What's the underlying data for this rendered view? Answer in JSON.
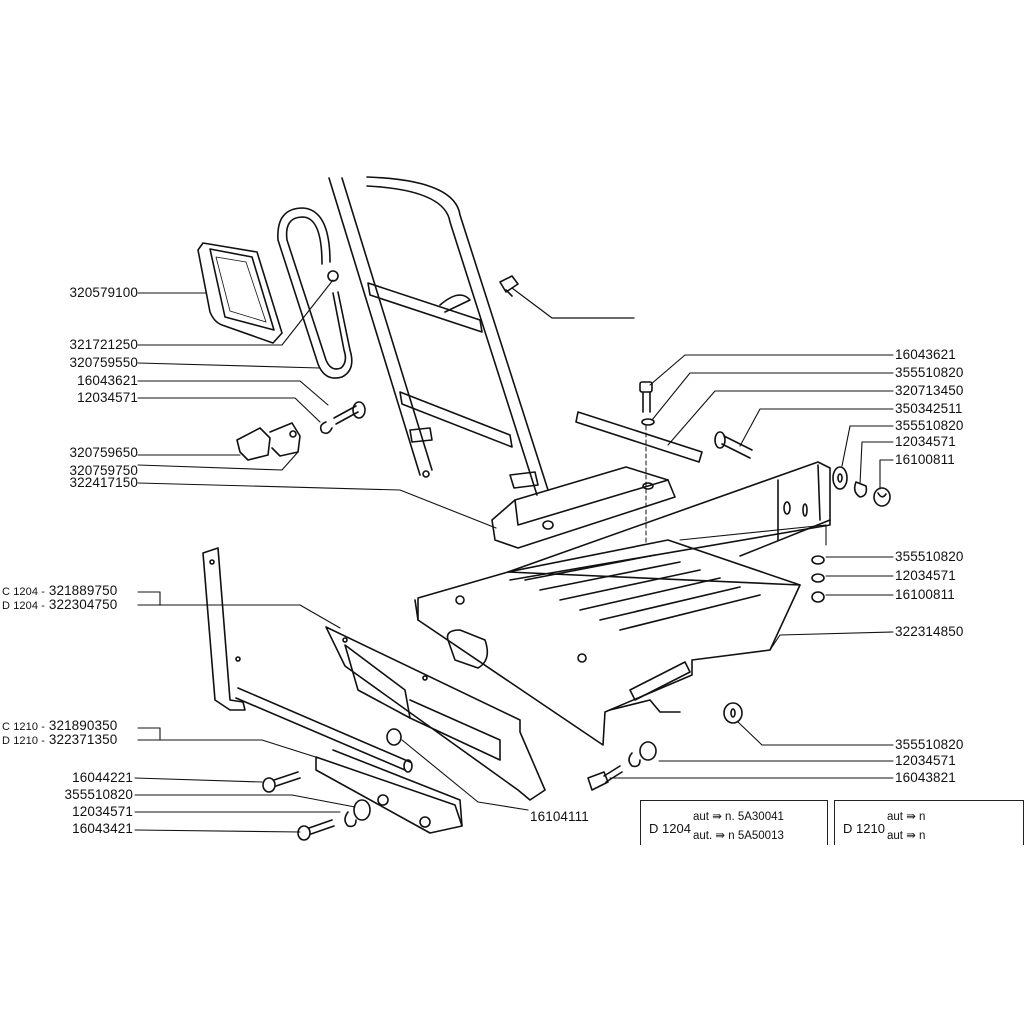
{
  "diagram": {
    "type": "exploded parts diagram",
    "subject": "Footboard / step platform assembly with side frame and brackets"
  },
  "labels_left": [
    {
      "id": "l1",
      "part": "320579100"
    },
    {
      "id": "l2",
      "part": "321721250"
    },
    {
      "id": "l3",
      "part": "320759550"
    },
    {
      "id": "l4",
      "part": "16043621"
    },
    {
      "id": "l5",
      "part": "12034571"
    },
    {
      "id": "l6",
      "part": "320759650"
    },
    {
      "id": "l7",
      "part": "320759750"
    },
    {
      "id": "l8",
      "part": "322417150"
    },
    {
      "id": "l9",
      "prefix": "C 1204 -",
      "part": "321889750"
    },
    {
      "id": "l10",
      "prefix": "D 1204 -",
      "part": "322304750"
    },
    {
      "id": "l11",
      "prefix": "C 1210 -",
      "part": "321890350"
    },
    {
      "id": "l12",
      "prefix": "D 1210 -",
      "part": "322371350"
    },
    {
      "id": "l13",
      "part": "16044221"
    },
    {
      "id": "l14",
      "part": "355510820"
    },
    {
      "id": "l15",
      "part": "12034571"
    },
    {
      "id": "l16",
      "part": "16043421"
    }
  ],
  "labels_right": [
    {
      "id": "r1",
      "part": "16043621"
    },
    {
      "id": "r2",
      "part": "355510820"
    },
    {
      "id": "r3",
      "part": "320713450"
    },
    {
      "id": "r4",
      "part": "350342511"
    },
    {
      "id": "r5",
      "part": "355510820"
    },
    {
      "id": "r6",
      "part": "12034571"
    },
    {
      "id": "r7",
      "part": "16100811"
    },
    {
      "id": "r8",
      "part": "355510820"
    },
    {
      "id": "r9",
      "part": "12034571"
    },
    {
      "id": "r10",
      "part": "16100811"
    },
    {
      "id": "r11",
      "part": "322314850"
    },
    {
      "id": "r12",
      "part": "355510820"
    },
    {
      "id": "r13",
      "part": "12034571"
    },
    {
      "id": "r14",
      "part": "16043821"
    }
  ],
  "label_bottom": {
    "part": "16104111"
  },
  "notes": [
    {
      "model": "D 1204",
      "lines": [
        {
          "prefix": "aut",
          "arrow": "⇛",
          "value": "n. 5A30041"
        },
        {
          "prefix": "aut.",
          "arrow": "⇛",
          "value": "n   5A50013"
        }
      ]
    },
    {
      "model": "D 1210",
      "lines": [
        {
          "prefix": "aut",
          "arrow": "⇛",
          "value": "n"
        },
        {
          "prefix": "aut",
          "arrow": "⇛",
          "value": "n"
        }
      ]
    }
  ],
  "colors": {
    "ink": "#111111",
    "background": "#ffffff"
  }
}
